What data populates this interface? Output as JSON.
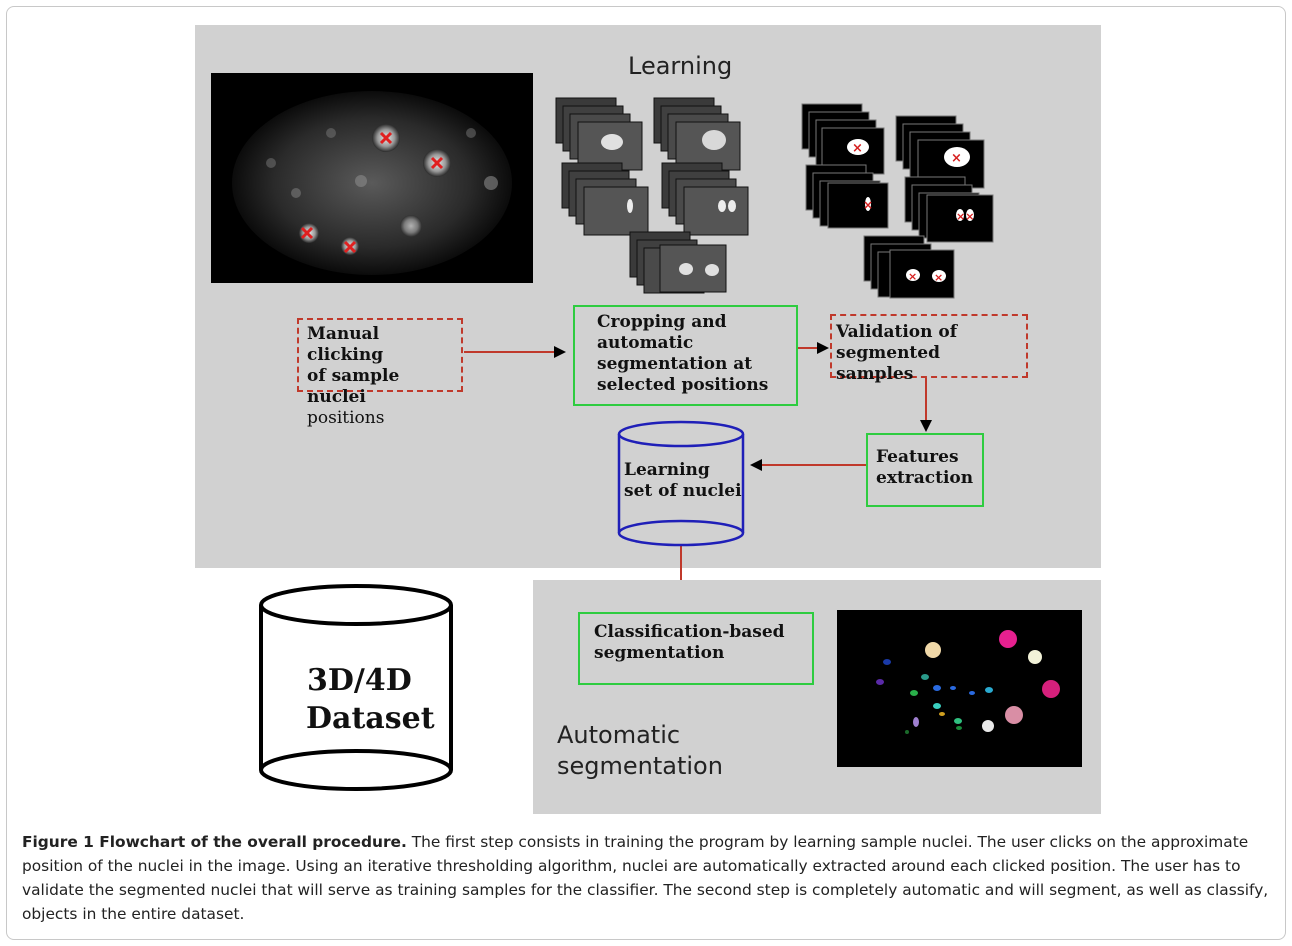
{
  "figure": {
    "learning_title": "Learning",
    "automatic_title_line1": "Automatic",
    "automatic_title_line2": "segmentation",
    "boxes": {
      "manual": [
        "Manual clicking",
        "of sample nuclei",
        "positions"
      ],
      "cropping": [
        "Cropping and",
        "automatic",
        "segmentation at",
        "selected positions"
      ],
      "validation": [
        "Validation of",
        "segmented samples"
      ],
      "features": [
        "Features",
        "extraction"
      ],
      "classification": [
        "Classification-based",
        "segmentation"
      ]
    },
    "learning_set": [
      "Learning",
      "set of nuclei"
    ],
    "dataset": [
      "3D/4D",
      "Dataset"
    ],
    "colors": {
      "panel": "#d1d1d1",
      "dashed_box": "#c0392b",
      "solid_box": "#2ecc40",
      "cylinder_blue": "#1f1fb8",
      "arrow": "#c0392b"
    }
  },
  "caption": {
    "label": "Figure 1 Flowchart of the overall procedure.",
    "text": " The first step consists in training the program by learning sample nuclei. The user clicks on the approximate position of the nuclei in the image. Using an iterative thresholding algorithm, nuclei are automatically extracted around each clicked position. The user has to validate the segmented nuclei that will serve as training samples for the classifier. The second step is completely automatic and will segment, as well as classify, objects in the entire dataset."
  }
}
